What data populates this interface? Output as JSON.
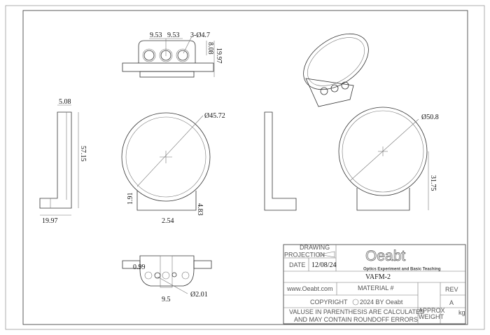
{
  "top_view": {
    "dim_pitch_1": "9.53",
    "dim_pitch_2": "9.53",
    "dim_holes": "3-Ø4.7",
    "dim_height_small": "8.08",
    "dim_height": "19.97"
  },
  "side_view": {
    "dim_thickness": "5.08",
    "dim_height": "57.15",
    "dim_width": "19.97"
  },
  "front_view": {
    "dim_diameter": "Ø45.72",
    "dim_left": "1.91",
    "dim_bottom": "2.54",
    "dim_right": "4.83"
  },
  "right_view": {
    "dim_diameter": "Ø50.8",
    "dim_height": "31.75"
  },
  "bottom_view": {
    "dim_offset": "0.99",
    "dim_spacing": "9.5",
    "dim_hole": "Ø2.01"
  },
  "title_block": {
    "drawing_label": "DRAWING",
    "projection_label": "PROJECTION",
    "date_label": "DATE",
    "date_value": "12/08/24",
    "logo_text": "Oeabt",
    "logo_tagline": "Optics Experiment and Basic Teaching",
    "part_number": "VAFM-2",
    "website": "www.Oeabt.com",
    "material_label": "MATERIAL #",
    "rev_label": "REV",
    "rev_value": "A",
    "copyright": "COPYRIGHT",
    "copyright_year": "2024 BY Oeabt",
    "note_line1": "VALUSE IN PARENTHESIS ARE CALCULATED",
    "note_line2": "AND MAY CONTAIN ROUNDOFF ERRORS",
    "weight_label1": "APPROX",
    "weight_label2": "WEIGHT",
    "weight_unit": "kg"
  }
}
